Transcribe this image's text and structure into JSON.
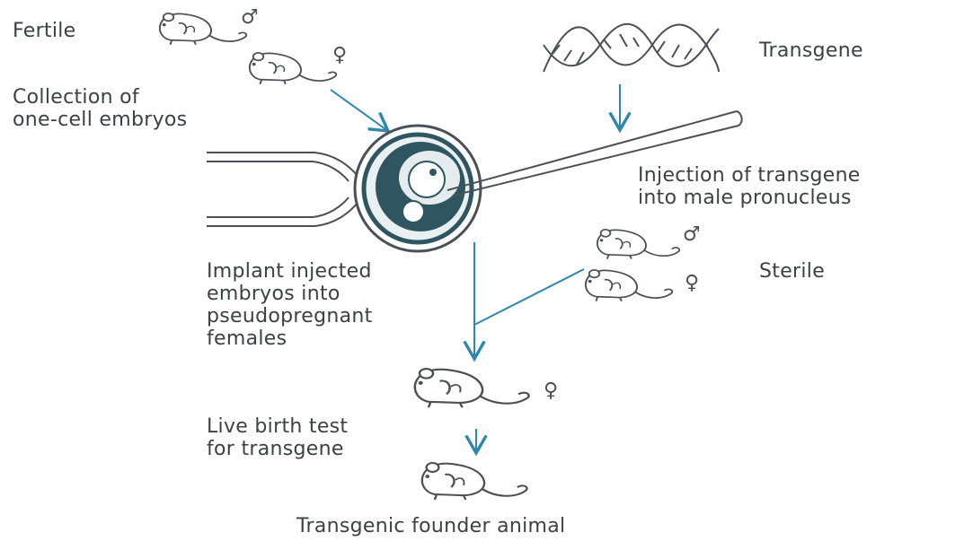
{
  "labels": {
    "fertile": "Fertile",
    "transgene": "Transgene",
    "collection": [
      "Collection of",
      "one-cell embryos"
    ],
    "injection": [
      "Injection of transgene",
      "into male pronucleus"
    ],
    "sterile": "Sterile",
    "implant": [
      "Implant injected",
      "embryos into",
      "pseudopregnant",
      "females"
    ],
    "live_birth": [
      "Live birth test",
      "for transgene"
    ],
    "founder": "Transgenic founder animal"
  },
  "symbols": {
    "male": "♂",
    "female": "♀"
  },
  "colors": {
    "arrow": "#2e86b0",
    "text": "#3b4146",
    "line_art": "#4a5055",
    "embryo_shade": "#2f5560"
  }
}
